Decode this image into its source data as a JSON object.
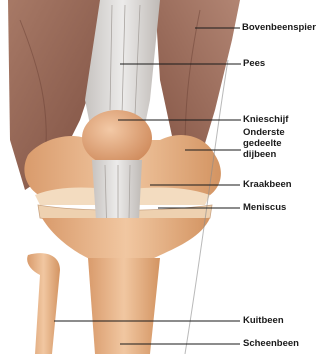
{
  "labels": {
    "bovenbeenspier": "Bovenbeenspier",
    "pees": "Pees",
    "knieschijf": "Knieschijf",
    "onderste_dijbeen": [
      "Onderste",
      "gedeelte",
      "dijbeen"
    ],
    "kraakbeen": "Kraakbeen",
    "meniscus": "Meniscus",
    "kuitbeen": "Kuitbeen",
    "scheenbeen": "Scheenbeen"
  },
  "colors": {
    "muscle": "#8f5e4e",
    "tendon": "#d6d3d0",
    "bone": "#e6b48e",
    "cartilage": "#f3dcc0",
    "leader_line": "#1a1a1a"
  }
}
